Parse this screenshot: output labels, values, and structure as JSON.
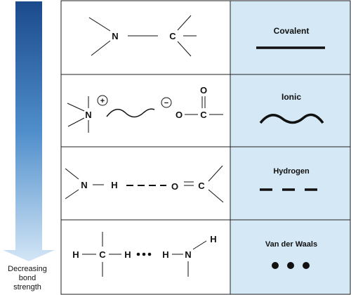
{
  "arrow": {
    "label_lines": [
      "Decreasing",
      "bond",
      "strength"
    ],
    "gradient_top": "#1b4a8c",
    "gradient_mid": "#4f8ecb",
    "gradient_bottom": "#d3e6f6"
  },
  "panel_color": "#d5e8f6",
  "rows": [
    {
      "bond": "Covalent",
      "atoms": {
        "n": "N",
        "c": "C"
      }
    },
    {
      "bond": "Ionic",
      "atoms": {
        "n": "N",
        "plus": "+",
        "minus": "−",
        "o": "O",
        "c": "C",
        "o_top": "O"
      }
    },
    {
      "bond": "Hydrogen",
      "atoms": {
        "n": "N",
        "h": "H",
        "o": "O",
        "c": "C"
      }
    },
    {
      "bond": "Van der Waals",
      "atoms": {
        "h1": "H",
        "c": "C",
        "h2": "H",
        "h3": "H",
        "n": "N",
        "h4": "H"
      }
    }
  ]
}
